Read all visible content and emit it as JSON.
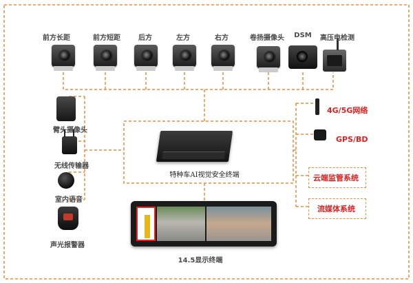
{
  "cameras": [
    {
      "label": "前方长距"
    },
    {
      "label": "前方短距"
    },
    {
      "label": "后方"
    },
    {
      "label": "左方"
    },
    {
      "label": "右方"
    },
    {
      "label": "卷扬摄像头"
    },
    {
      "label": "DSM"
    },
    {
      "label": "高压电检测"
    }
  ],
  "left_devices": [
    {
      "label": "臂头摄像头"
    },
    {
      "label": "无线传输器"
    },
    {
      "label": "室内语音"
    },
    {
      "label": "声光报警器"
    }
  ],
  "terminal": {
    "label": "特种车AI视觉安全终端"
  },
  "display": {
    "label": "14.5显示终端"
  },
  "right_items": [
    {
      "label": "4G/5G网络"
    },
    {
      "label": "GPS/BD"
    },
    {
      "label": "云端监管系统"
    },
    {
      "label": "流媒体系统"
    }
  ],
  "colors": {
    "accent": "#ef8a3a",
    "text_red": "#e02020"
  }
}
